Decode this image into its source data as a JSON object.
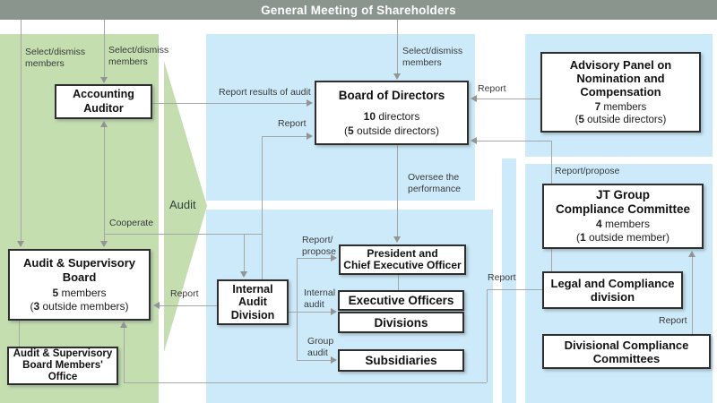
{
  "header": {
    "title": "General Meeting of Shareholders"
  },
  "zone_labels": {
    "audit": "Audit"
  },
  "boxes": {
    "accounting_auditor": {
      "title": "Accounting\nAuditor"
    },
    "board_of_directors": {
      "title": "Board of Directors",
      "stats": [
        {
          "pre": "",
          "bold": "10",
          "post": " directors"
        },
        {
          "pre": "(",
          "bold": "5",
          "post": " outside directors)"
        }
      ]
    },
    "advisory_panel": {
      "title": "Advisory Panel on\nNomination and\nCompensation",
      "stats": [
        {
          "pre": "",
          "bold": "7",
          "post": " members"
        },
        {
          "pre": "(",
          "bold": "5",
          "post": " outside directors)"
        }
      ]
    },
    "audit_supervisory_board": {
      "title": "Audit & Supervisory\nBoard",
      "stats": [
        {
          "pre": "",
          "bold": "5",
          "post": " members"
        },
        {
          "pre": "(",
          "bold": "3",
          "post": " outside members)"
        }
      ]
    },
    "asb_members_office": {
      "title": "Audit & Supervisory\nBoard Members'\nOffice"
    },
    "internal_audit_division": {
      "title": "Internal\nAudit\nDivision"
    },
    "president_ceo": {
      "title": "President and\nChief Executive Officer"
    },
    "executive_officers": {
      "title": "Executive Officers"
    },
    "divisions": {
      "title": "Divisions"
    },
    "subsidiaries": {
      "title": "Subsidiaries"
    },
    "jt_compliance_committee": {
      "title": "JT Group\nCompliance Committee",
      "stats": [
        {
          "pre": "",
          "bold": "4",
          "post": " members"
        },
        {
          "pre": "(",
          "bold": "1",
          "post": " outside member)"
        }
      ]
    },
    "legal_compliance_division": {
      "title": "Legal and Compliance\ndivision"
    },
    "divisional_compliance_committees": {
      "title": "Divisional Compliance\nCommittees"
    }
  },
  "edge_labels": {
    "select_dismiss_1": "Select/dismiss\nmembers",
    "select_dismiss_2": "Select/dismiss\nmembers",
    "select_dismiss_3": "Select/dismiss\nmembers",
    "report_results_of_audit": "Report results of audit",
    "report_iad_board": "Report",
    "report_advisory": "Report",
    "oversee": "Oversee the\nperformance",
    "report_propose_jt": "Report/propose",
    "cooperate": "Cooperate",
    "report_iad_asb": "Report",
    "report_propose_ceo": "Report/\npropose",
    "internal_audit": "Internal\naudit",
    "group_audit": "Group\naudit",
    "report_legal_asb": "Report",
    "report_divisional_jt": "Report"
  },
  "colors": {
    "green": "#c4deb0",
    "blue": "#cdeafa",
    "bar": "#8a958e",
    "line": "#a6a6a6",
    "box_border": "#2e2e2e"
  }
}
